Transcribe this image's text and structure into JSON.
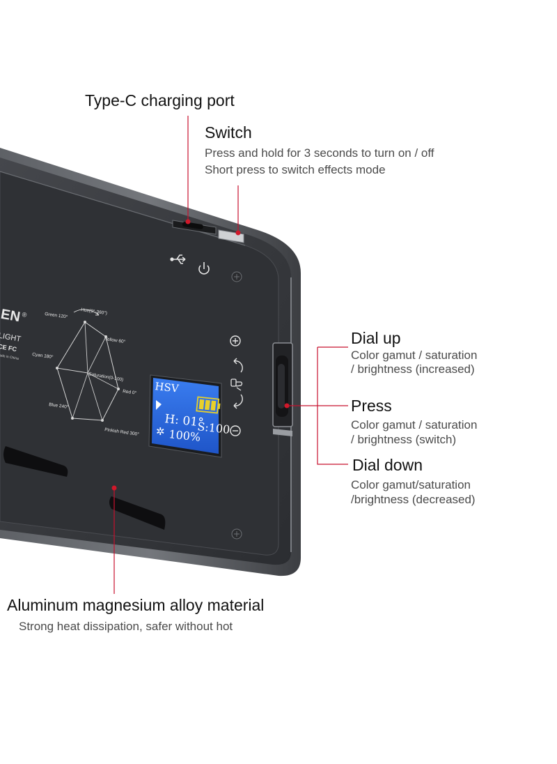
{
  "callouts": {
    "type_c": {
      "title": "Type-C charging port"
    },
    "switch": {
      "title": "Switch",
      "line1": "Press and hold for 3 seconds to turn on / off",
      "line2": "Short press to switch effects mode"
    },
    "dial_up": {
      "title": "Dial up",
      "line1": "Color gamut / saturation",
      "line2": "/ brightness (increased)"
    },
    "press": {
      "title": "Press",
      "line1": "Color gamut / saturation",
      "line2": "/ brightness (switch)"
    },
    "dial_down": {
      "title": "Dial down",
      "line1": "Color gamut/saturation",
      "line2": "/brightness (decreased)"
    },
    "material": {
      "title": "Aluminum magnesium alloy material",
      "line1": "Strong heat dissipation, safer without hot"
    }
  },
  "device": {
    "brand_partial": "EN",
    "brand_mark": "®",
    "light_label": "LIGHT",
    "cert_marks": "CE FC",
    "made_in": "Made in China",
    "hexagon": {
      "hue_label": "Hue(0°-360°)",
      "saturation_label": "Saturation(0-100)",
      "vertices": {
        "green": "Green 120°",
        "yellow": "Yellow 60°",
        "red": "Red 0°",
        "pinkish_red": "Pinkish Red 300°",
        "blue": "Blue 240°",
        "cyan": "Cyan 180°"
      }
    },
    "lcd": {
      "mode": "HSV",
      "hue": "H: 01°",
      "saturation": "S:100",
      "brightness": "100%",
      "battery_bars": 3
    },
    "icons": [
      "usb-icon",
      "power-icon",
      "plus-icon",
      "rotate-up-icon",
      "press-hand-icon",
      "rotate-down-icon",
      "minus-icon"
    ]
  },
  "colors": {
    "body": "#3a3c40",
    "frame": "#55585d",
    "lcd_bg": "#2a6be0",
    "lcd_battery": "#e8d02a",
    "accent_red": "#d0182a",
    "leader_line": "#c8102e"
  }
}
